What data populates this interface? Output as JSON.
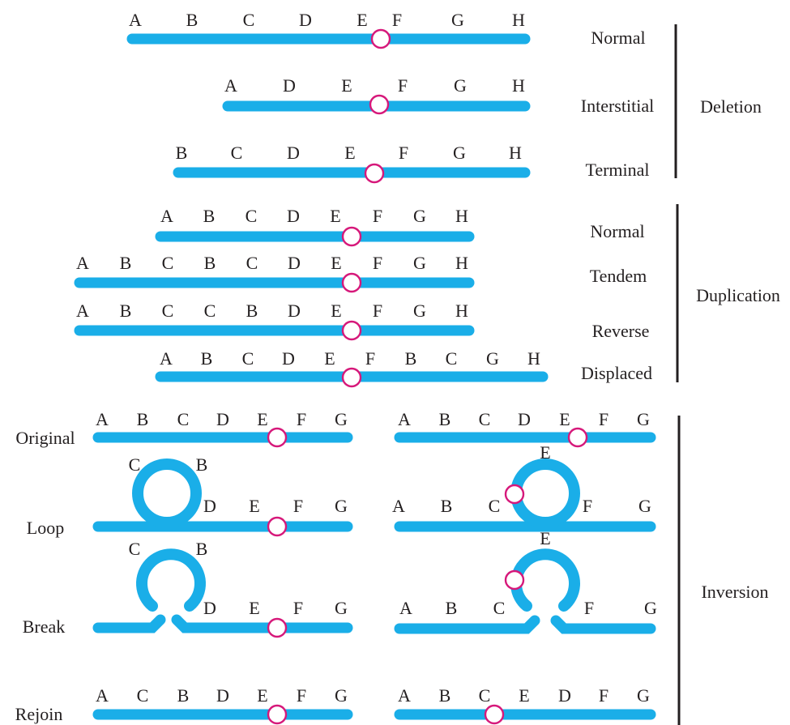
{
  "colors": {
    "chromosome": "#1aaee8",
    "centromere": "#d6187a",
    "text": "#231f20",
    "bracket": "#231f20"
  },
  "groups": {
    "deletion": {
      "label": "Deletion",
      "rows": [
        {
          "label": "Normal",
          "genes": [
            "A",
            "B",
            "C",
            "D",
            "E",
            "F",
            "G",
            "H"
          ]
        },
        {
          "label": "Interstitial",
          "genes": [
            "A",
            "D",
            "E",
            "F",
            "G",
            "H"
          ]
        },
        {
          "label": "Terminal",
          "genes": [
            "B",
            "C",
            "D",
            "E",
            "F",
            "G",
            "H"
          ]
        }
      ]
    },
    "duplication": {
      "label": "Duplication",
      "rows": [
        {
          "label": "Normal",
          "genes": [
            "A",
            "B",
            "C",
            "D",
            "E",
            "F",
            "G",
            "H"
          ]
        },
        {
          "label": "Tendem",
          "genes": [
            "A",
            "B",
            "C",
            "B",
            "C",
            "D",
            "E",
            "F",
            "G",
            "H"
          ]
        },
        {
          "label": "Reverse",
          "genes": [
            "A",
            "B",
            "C",
            "C",
            "B",
            "D",
            "E",
            "F",
            "G",
            "H"
          ]
        },
        {
          "label": "Displaced",
          "genes": [
            "A",
            "B",
            "C",
            "D",
            "E",
            "F",
            "B",
            "C",
            "G",
            "H"
          ]
        }
      ]
    },
    "inversion": {
      "label": "Inversion",
      "stages": [
        "Original",
        "Loop",
        "Break",
        "Rejoin"
      ],
      "left": {
        "original": [
          "A",
          "B",
          "C",
          "D",
          "E",
          "F",
          "G"
        ],
        "loop": [
          "C",
          "B",
          "D",
          "E",
          "F",
          "G"
        ],
        "break": [
          "C",
          "B",
          "D",
          "E",
          "F",
          "G"
        ],
        "rejoin": [
          "A",
          "C",
          "B",
          "D",
          "E",
          "F",
          "G"
        ]
      },
      "right": {
        "original": [
          "A",
          "B",
          "C",
          "D",
          "E",
          "F",
          "G"
        ],
        "loop": [
          "E",
          "A",
          "B",
          "C",
          "F",
          "G"
        ],
        "break": [
          "E",
          "A",
          "B",
          "C",
          "F",
          "G"
        ],
        "rejoin": [
          "A",
          "B",
          "C",
          "E",
          "D",
          "F",
          "G"
        ]
      }
    }
  }
}
